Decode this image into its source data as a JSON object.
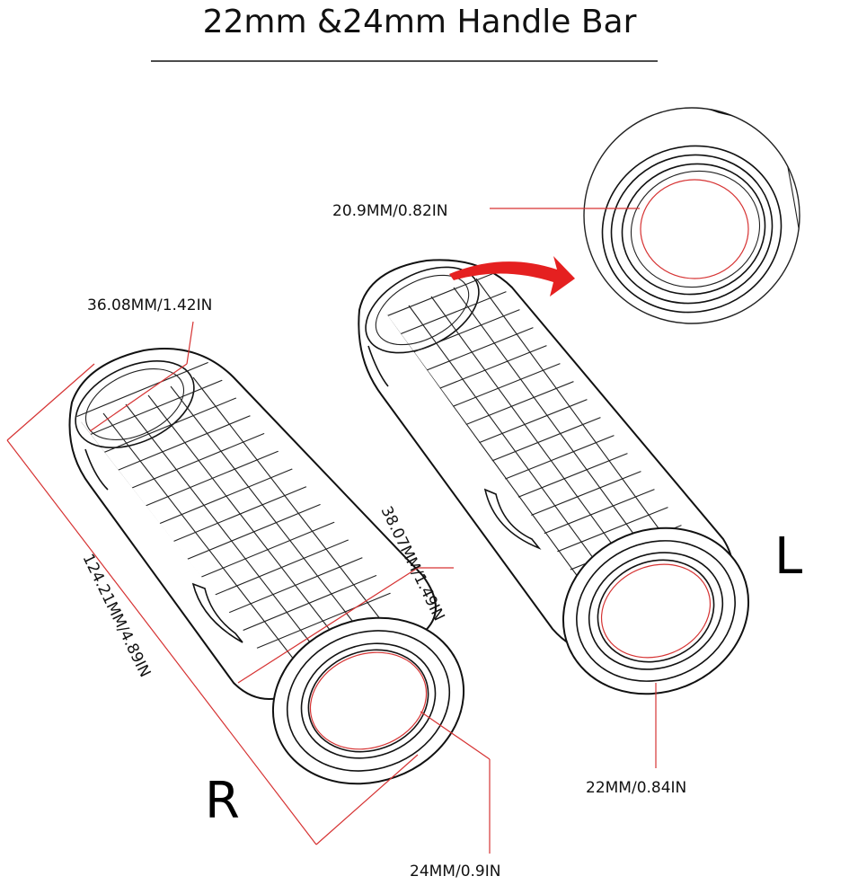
{
  "title": "22mm &24mm Handle Bar",
  "labels": {
    "inner_diameter_closeup": "20.9MM/0.82IN",
    "end_diameter_left": "36.08MM/1.42IN",
    "end_diameter_right": "38.07MM/1.49IN",
    "length": "124.21MM/4.89IN",
    "bore_right": "24MM/0.9IN",
    "bore_left": "22MM/0.84IN"
  },
  "sides": {
    "right": "R",
    "left": "L"
  },
  "colors": {
    "dimension_line": "#d63333",
    "arrow": "#e52020",
    "outline": "#111111"
  }
}
